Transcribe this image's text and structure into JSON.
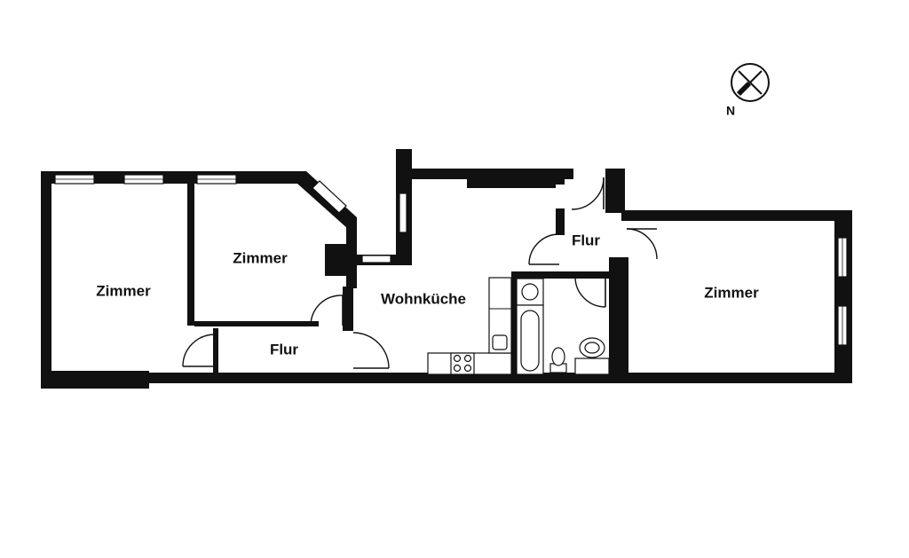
{
  "rooms": [
    {
      "id": "zimmer-1",
      "label": "Zimmer"
    },
    {
      "id": "zimmer-2",
      "label": "Zimmer"
    },
    {
      "id": "flur-1",
      "label": "Flur"
    },
    {
      "id": "wohnkueche",
      "label": "Wohnküche"
    },
    {
      "id": "flur-2",
      "label": "Flur"
    },
    {
      "id": "zimmer-3",
      "label": "Zimmer"
    }
  ],
  "compass": {
    "label": "N"
  },
  "colors": {
    "wall": "#111111",
    "background": "#ffffff"
  }
}
